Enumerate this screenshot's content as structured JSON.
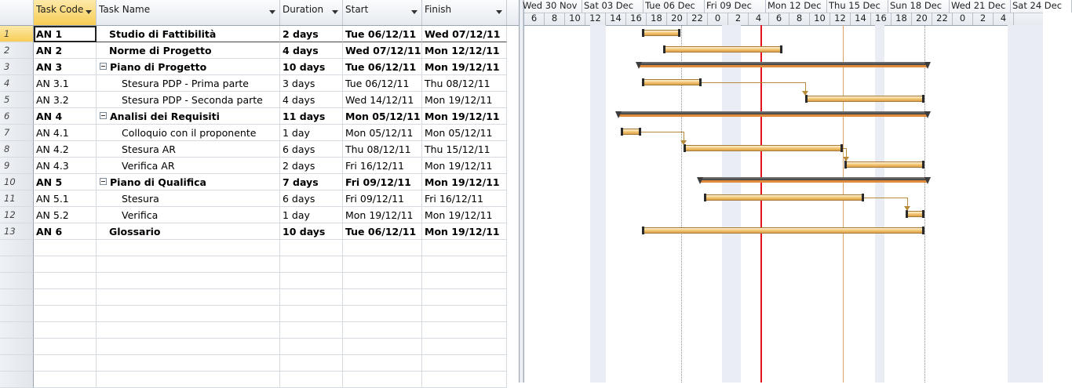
{
  "columns": {
    "code": "Task Code",
    "name": "Task Name",
    "duration": "Duration",
    "start": "Start",
    "finish": "Finish"
  },
  "tasks": [
    {
      "row": "1",
      "code": "AN 1",
      "name": "Studio di Fattibilità",
      "duration": "2 days",
      "start": "Tue 06/12/11",
      "finish": "Wed 07/12/11",
      "bold": true,
      "level": 0,
      "summary": false
    },
    {
      "row": "2",
      "code": "AN 2",
      "name": "Norme di Progetto",
      "duration": "4 days",
      "start": "Wed 07/12/11",
      "finish": "Mon 12/12/11",
      "bold": true,
      "level": 0,
      "summary": false
    },
    {
      "row": "3",
      "code": "AN 3",
      "name": "Piano di Progetto",
      "duration": "10 days",
      "start": "Tue 06/12/11",
      "finish": "Mon 19/12/11",
      "bold": true,
      "level": 0,
      "summary": true
    },
    {
      "row": "4",
      "code": "AN 3.1",
      "name": "Stesura PDP - Prima parte",
      "duration": "3 days",
      "start": "Tue 06/12/11",
      "finish": "Thu 08/12/11",
      "bold": false,
      "level": 1,
      "summary": false
    },
    {
      "row": "5",
      "code": "AN 3.2",
      "name": "Stesura PDP - Seconda parte",
      "duration": "4 days",
      "start": "Wed 14/12/11",
      "finish": "Mon 19/12/11",
      "bold": false,
      "level": 1,
      "summary": false
    },
    {
      "row": "6",
      "code": "AN 4",
      "name": "Analisi dei Requisiti",
      "duration": "11 days",
      "start": "Mon 05/12/11",
      "finish": "Mon 19/12/11",
      "bold": true,
      "level": 0,
      "summary": true
    },
    {
      "row": "7",
      "code": "AN 4.1",
      "name": "Colloquio con il proponente",
      "duration": "1 day",
      "start": "Mon 05/12/11",
      "finish": "Mon 05/12/11",
      "bold": false,
      "level": 1,
      "summary": false
    },
    {
      "row": "8",
      "code": "AN 4.2",
      "name": "Stesura AR",
      "duration": "6 days",
      "start": "Thu 08/12/11",
      "finish": "Thu 15/12/11",
      "bold": false,
      "level": 1,
      "summary": false
    },
    {
      "row": "9",
      "code": "AN 4.3",
      "name": "Verifica AR",
      "duration": "2 days",
      "start": "Fri 16/12/11",
      "finish": "Mon 19/12/11",
      "bold": false,
      "level": 1,
      "summary": false
    },
    {
      "row": "10",
      "code": "AN 5",
      "name": "Piano di Qualifica",
      "duration": "7 days",
      "start": "Fri 09/12/11",
      "finish": "Mon 19/12/11",
      "bold": true,
      "level": 0,
      "summary": true
    },
    {
      "row": "11",
      "code": "AN 5.1",
      "name": "Stesura",
      "duration": "6 days",
      "start": "Fri 09/12/11",
      "finish": "Fri 16/12/11",
      "bold": false,
      "level": 1,
      "summary": false
    },
    {
      "row": "12",
      "code": "AN 5.2",
      "name": "Verifica",
      "duration": "1 day",
      "start": "Mon 19/12/11",
      "finish": "Mon 19/12/11",
      "bold": false,
      "level": 1,
      "summary": false
    },
    {
      "row": "13",
      "code": "AN 6",
      "name": "Glossario",
      "duration": "10 days",
      "start": "Tue 06/12/11",
      "finish": "Mon 19/12/11",
      "bold": true,
      "level": 0,
      "summary": false
    }
  ],
  "timescale": {
    "major": [
      "Wed 30 Nov",
      "Sat 03 Dec",
      "Tue 06 Dec",
      "Fri 09 Dec",
      "Mon 12 Dec",
      "Thu 15 Dec",
      "Sun 18 Dec",
      "Wed 21 Dec",
      "Sat 24 Dec"
    ],
    "minor": [
      "6",
      "8",
      "10",
      "12",
      "14",
      "16",
      "18",
      "20",
      "22",
      "0",
      "2",
      "4",
      "6",
      "8",
      "10",
      "12",
      "14",
      "16",
      "18",
      "20",
      "22",
      "0",
      "2",
      "4"
    ]
  },
  "colors": {
    "task_bar": "#f2c36e",
    "summary_bar": "#3d3d3d",
    "today_line": "#e5141b",
    "status_line": "#d8a86a",
    "selected_header": "#f8cd55"
  }
}
